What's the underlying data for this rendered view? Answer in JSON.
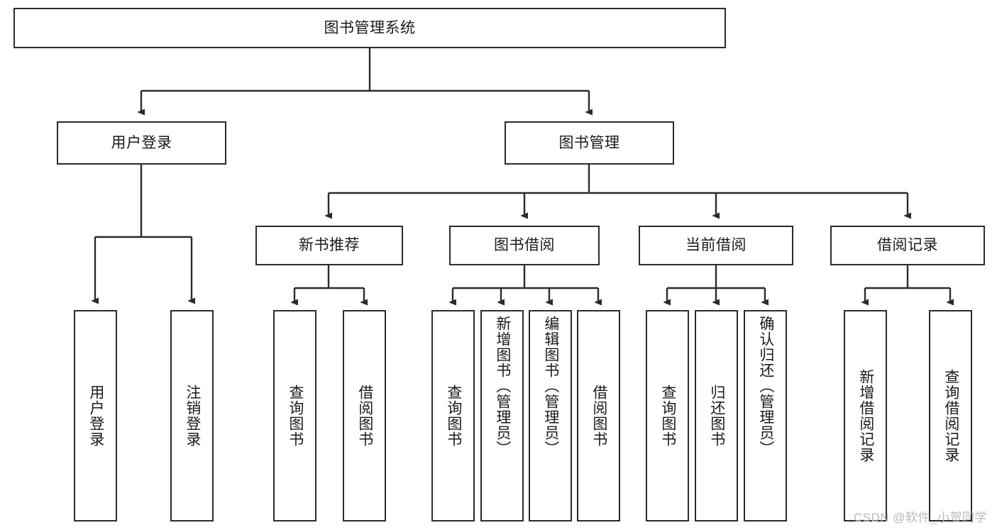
{
  "diagram": {
    "title": "图书管理系统",
    "watermark": "CSDN @软件_小贺同学",
    "accent_color": "#2b2b2b",
    "background_color": "#ffffff",
    "watermark_color": "#b9b9b9",
    "root": {
      "label": "图书管理系统"
    },
    "level2": [
      {
        "label": "用户登录"
      },
      {
        "label": "图书管理"
      }
    ],
    "level3": [
      {
        "label": "新书推荐"
      },
      {
        "label": "图书借阅"
      },
      {
        "label": "当前借阅"
      },
      {
        "label": "借阅记录"
      }
    ],
    "leaves": {
      "user_login": [
        {
          "label": "用户登录"
        },
        {
          "label": "注销登录"
        }
      ],
      "new_book_recommend": [
        {
          "label": "查询图书"
        },
        {
          "label": "借阅图书"
        }
      ],
      "book_borrow": [
        {
          "label": "查询图书"
        },
        {
          "label": "新增图书（管理员）"
        },
        {
          "label": "编辑图书（管理员）"
        },
        {
          "label": "借阅图书"
        }
      ],
      "current_borrow": [
        {
          "label": "查询图书"
        },
        {
          "label": "归还图书"
        },
        {
          "label": "确认归还（管理员）"
        }
      ],
      "borrow_record": [
        {
          "label": "新增借阅记录"
        },
        {
          "label": "查询借阅记录"
        }
      ]
    }
  }
}
